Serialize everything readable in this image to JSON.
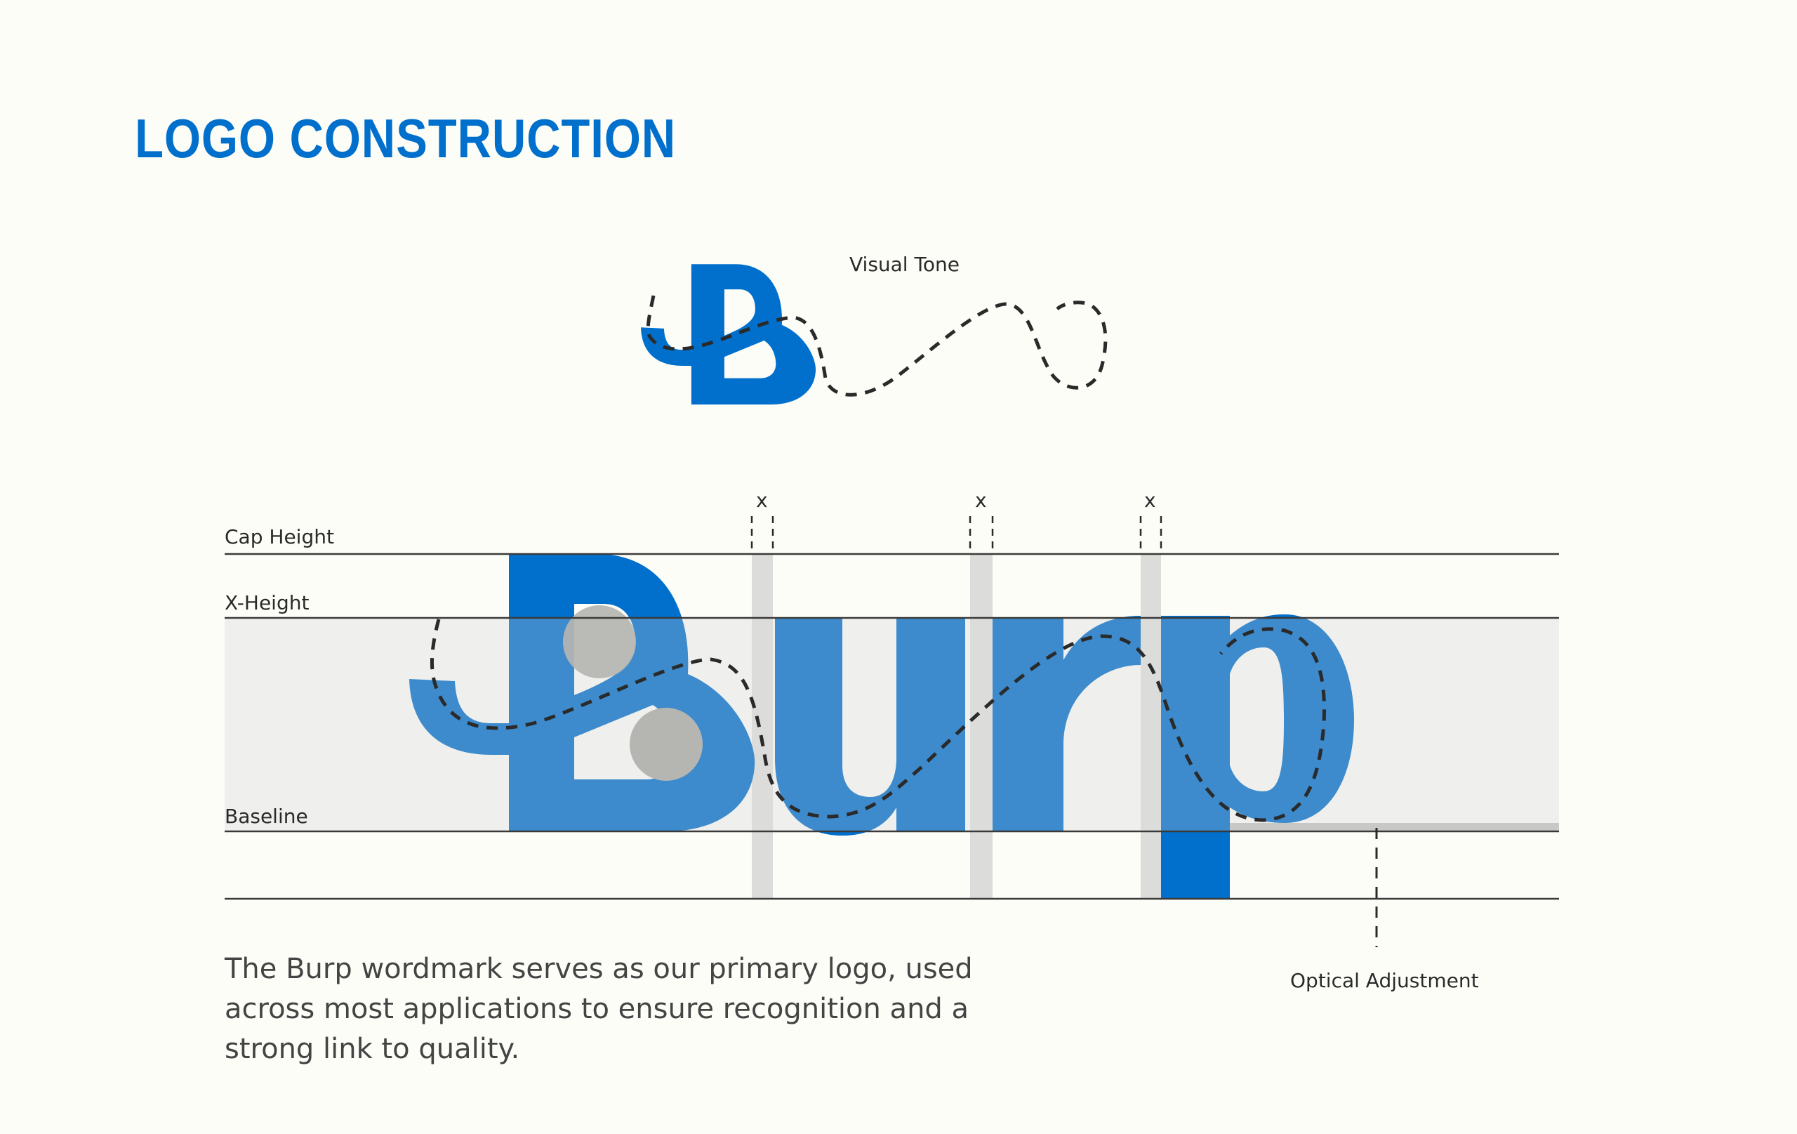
{
  "title": "LOGO CONSTRUCTION",
  "logo_wordmark": "Burp",
  "logo_mark": "B",
  "labels": {
    "visual_tone": "Visual Tone",
    "cap_height": "Cap Height",
    "x_height": "X-Height",
    "baseline": "Baseline",
    "optical_adjustment": "Optical Adjustment",
    "spacing_marks": [
      "x",
      "x",
      "x"
    ]
  },
  "description": "The Burp wordmark serves as our primary logo, used across most applications to ensure recognition and a strong link to quality.",
  "colors": {
    "brand_blue": "#0070cc",
    "tint_blue": "#3d8bcc",
    "band_gray": "#efefed",
    "guide_gray": "#dcdcda",
    "background": "#fdfdf8"
  }
}
